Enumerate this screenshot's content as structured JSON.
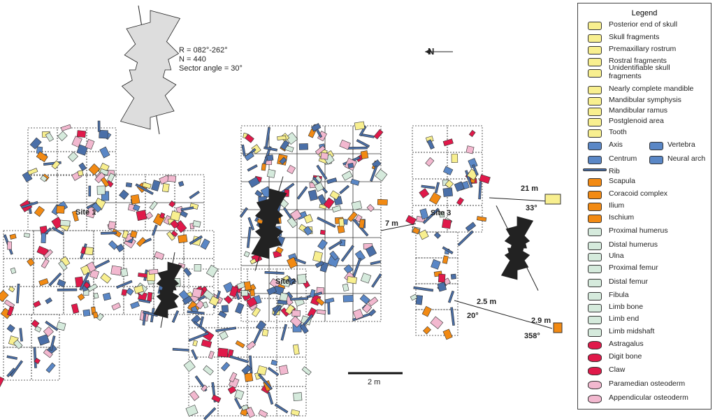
{
  "rose_stats": {
    "range": "R = 082°-262°",
    "n": "N = 440",
    "sector": "Sector angle = 30°"
  },
  "north": "N",
  "sites": [
    "Site 1",
    "Site 2",
    "Site 3"
  ],
  "distances": {
    "d7": "7 m",
    "d21": "21 m",
    "a33": "33°",
    "d25": "2.5 m",
    "a20": "20°",
    "d29": "2.9 m",
    "a358": "358°"
  },
  "scale": "2 m",
  "colors": {
    "skull": "#f8ef8f",
    "vert": "#5a87c6",
    "rib": "#4a6fa8",
    "girdle": "#f28a13",
    "limb": "#d5eadc",
    "astr": "#e0194a",
    "oste": "#f2b8cf"
  },
  "legend": {
    "title": "Legend",
    "items": [
      {
        "label": "Posterior end of skull",
        "c": "skull"
      },
      {
        "label": "Skull fragments",
        "c": "skull"
      },
      {
        "label": "Premaxillary rostrum",
        "c": "skull"
      },
      {
        "label": "Rostral fragments",
        "c": "skull"
      },
      {
        "label": "Unidentifiable skull fragments",
        "c": "skull"
      },
      {
        "label": "Nearly complete mandible",
        "c": "skull"
      },
      {
        "label": "Mandibular symphysis",
        "c": "skull"
      },
      {
        "label": "Mandibular ramus",
        "c": "skull"
      },
      {
        "label": "Postglenoid area",
        "c": "skull"
      },
      {
        "label": "Tooth",
        "c": "skull"
      },
      {
        "label": "Axis",
        "c": "vert"
      },
      {
        "label": "Vertebra",
        "c": "vert"
      },
      {
        "label": "Centrum",
        "c": "vert"
      },
      {
        "label": "Neural arch",
        "c": "vert"
      },
      {
        "label": "Rib",
        "c": "rib"
      },
      {
        "label": "Scapula",
        "c": "girdle"
      },
      {
        "label": "Coracoid complex",
        "c": "girdle"
      },
      {
        "label": "Ilium",
        "c": "girdle"
      },
      {
        "label": "Ischium",
        "c": "girdle"
      },
      {
        "label": "Proximal humerus",
        "c": "limb"
      },
      {
        "label": "Distal humerus",
        "c": "limb"
      },
      {
        "label": "Ulna",
        "c": "limb"
      },
      {
        "label": "Proximal femur",
        "c": "limb"
      },
      {
        "label": "Distal femur",
        "c": "limb"
      },
      {
        "label": "Fibula",
        "c": "limb"
      },
      {
        "label": "Limb bone",
        "c": "limb"
      },
      {
        "label": "Limb end",
        "c": "limb"
      },
      {
        "label": "Limb midshaft",
        "c": "limb"
      },
      {
        "label": "Astragalus",
        "c": "astr"
      },
      {
        "label": "Digit bone",
        "c": "astr"
      },
      {
        "label": "Claw",
        "c": "astr"
      },
      {
        "label": "Paramedian osteoderm",
        "c": "oste"
      },
      {
        "label": "Appendicular osteoderm",
        "c": "oste"
      }
    ]
  }
}
